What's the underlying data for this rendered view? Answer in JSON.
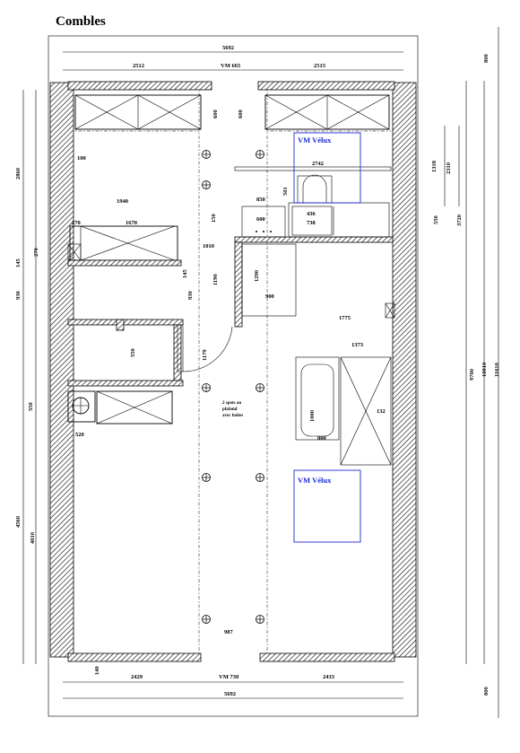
{
  "title": "Combles",
  "dimensions": {
    "top_total": "5692",
    "top_left": "2512",
    "top_middle": "VM 665",
    "top_right": "2515",
    "right_top_margin": "800",
    "bottom_total": "5692",
    "bottom_left": "2429",
    "bottom_middle": "VM 730",
    "bottom_right": "2433",
    "bottom_opening": "987",
    "right_bottom_margin": "800",
    "left_2860": "2860",
    "left_145": "145",
    "left_930": "930",
    "left_550": "550",
    "left_4560": "4560",
    "left_4010": "4010",
    "left_270": "270",
    "left_140": "140",
    "right_1318": "1318",
    "right_2310": "2310",
    "right_3720": "3720",
    "right_550": "550",
    "right_9700": "9700",
    "right_10010": "10010",
    "right_11610": "11610",
    "inner_100": "100",
    "inner_1940": "1940",
    "inner_270": "270",
    "inner_1670": "1670",
    "inner_1010": "1010",
    "inner_145": "145",
    "inner_930": "930",
    "inner_1190": "1190",
    "inner_1290": "1290",
    "inner_900": "900",
    "inner_550": "550",
    "inner_1775": "1775",
    "inner_1373": "1373",
    "inner_132": "132",
    "inner_1000": "1000",
    "inner_800": "800",
    "inner_1179": "1179",
    "inner_520": "520",
    "inner_2742": "2742",
    "inner_501": "501",
    "inner_850": "850",
    "inner_600": "600",
    "inner_436": "436",
    "inner_738": "738",
    "inner_150": "150",
    "win_600a": "600",
    "win_600b": "600"
  },
  "velux_top": "VM Vélux",
  "velux_bottom": "VM Vélux",
  "note_spots": [
    "2 spots au",
    "plafond",
    "avec boîtes"
  ]
}
